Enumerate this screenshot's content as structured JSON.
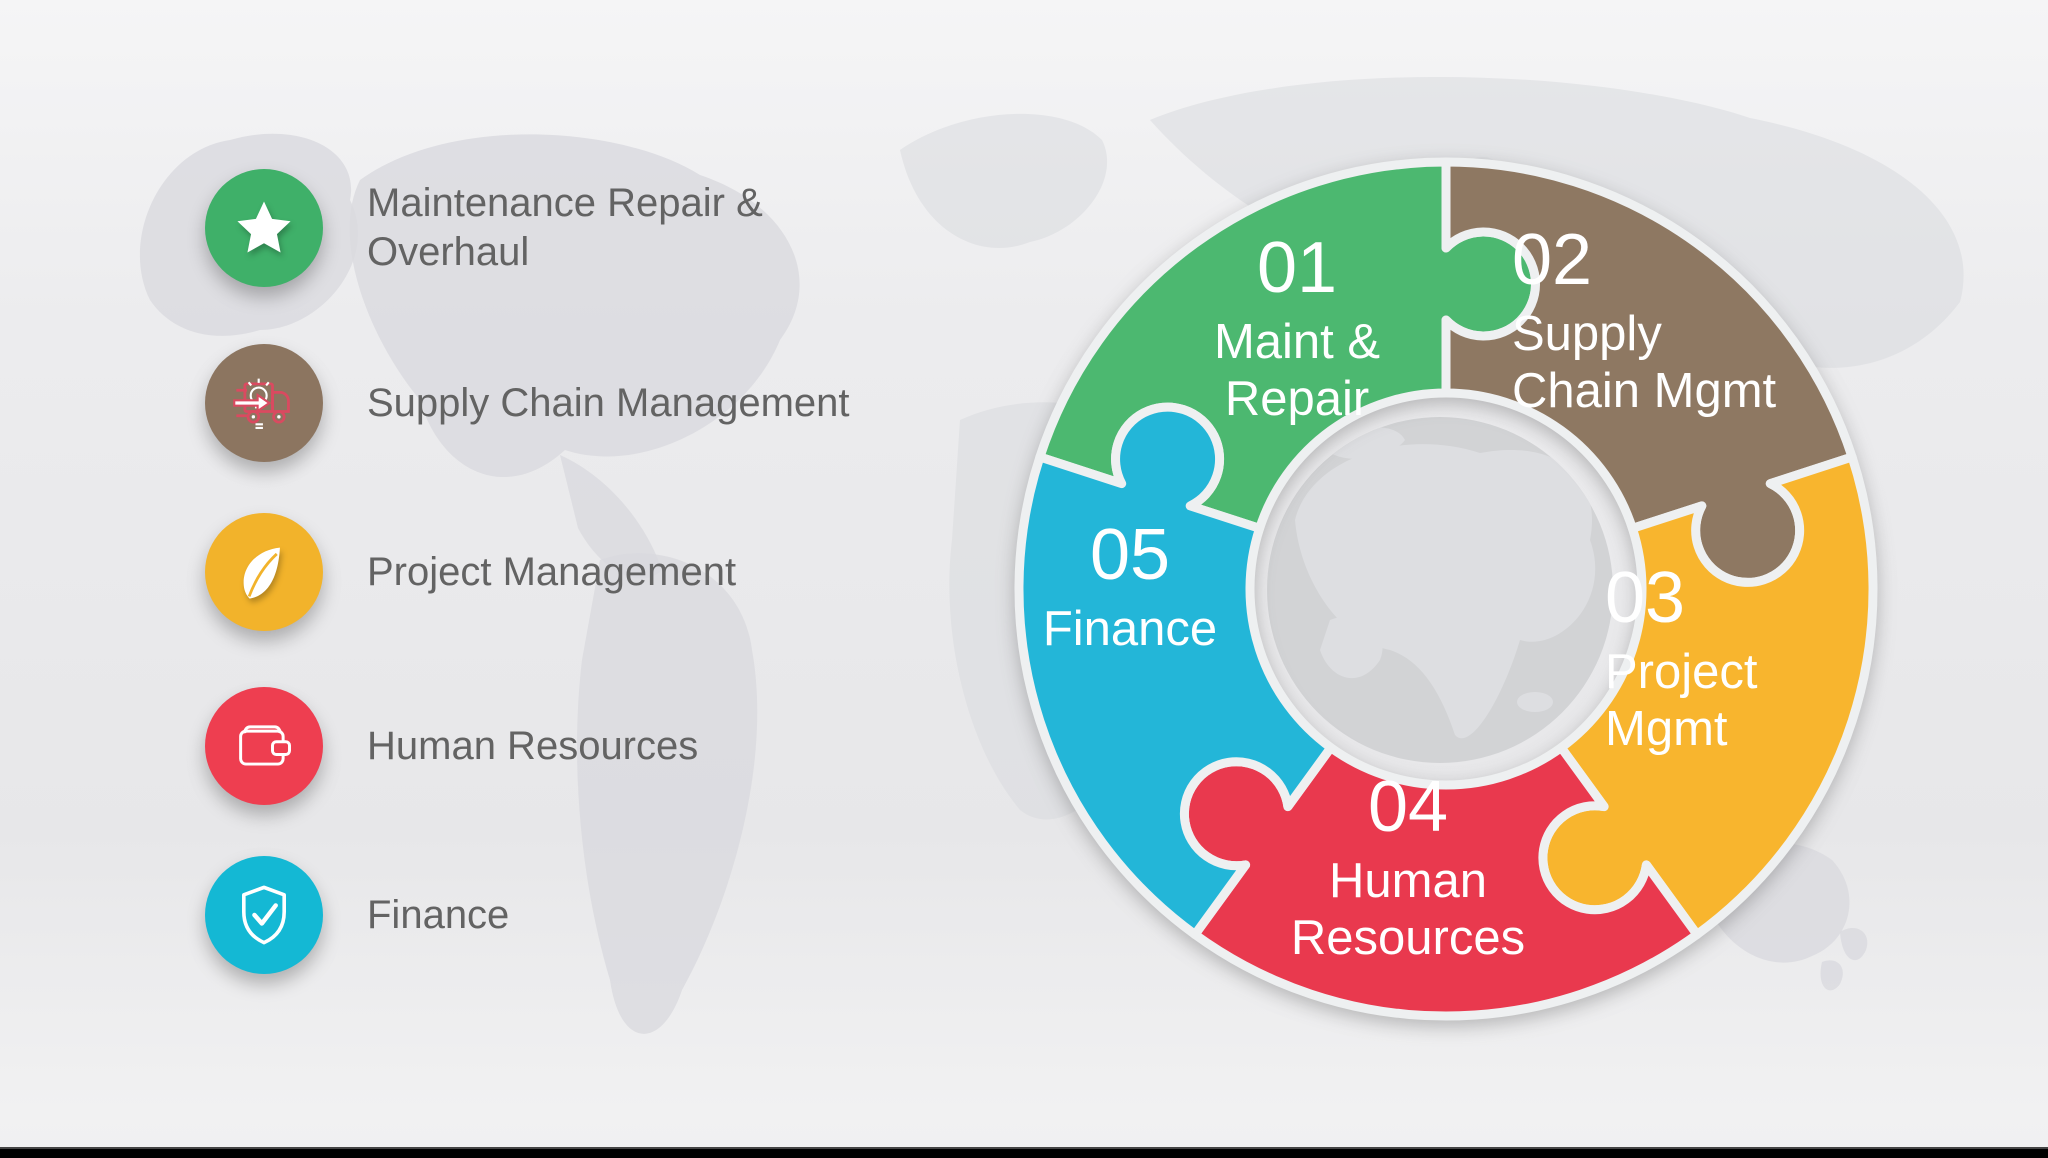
{
  "slide": {
    "legend": {
      "items": [
        {
          "icon": "star-icon",
          "color": "#3fb069",
          "label_line1": "Maintenance Repair &",
          "label_line2": "Overhaul"
        },
        {
          "icon": "delivery-truck-icon",
          "color": "#8c7560",
          "label_line1": "Supply Chain Management",
          "label_line2": ""
        },
        {
          "icon": "leaf-icon",
          "color": "#f2b32b",
          "label_line1": "Project Management",
          "label_line2": ""
        },
        {
          "icon": "wallet-icon",
          "color": "#ee3e50",
          "label_line1": "Human Resources",
          "label_line2": ""
        },
        {
          "icon": "shield-check-icon",
          "color": "#14b8d4",
          "label_line1": "Finance",
          "label_line2": ""
        }
      ]
    },
    "wheel": {
      "pieces": [
        {
          "number": "01",
          "name_line1": "Maint &",
          "name_line2": "Repair",
          "color": "#4cb870"
        },
        {
          "number": "02",
          "name_line1": "Supply",
          "name_line2": "Chain Mgmt",
          "color": "#8e7862"
        },
        {
          "number": "03",
          "name_line1": "Project",
          "name_line2": "Mgmt",
          "color": "#f8b52e"
        },
        {
          "number": "04",
          "name_line1": "Human",
          "name_line2": "Resources",
          "color": "#e9394e"
        },
        {
          "number": "05",
          "name_line1": "Finance",
          "name_line2": "",
          "color": "#23b6d8"
        }
      ]
    },
    "bottom_bar_color": "#000000"
  }
}
